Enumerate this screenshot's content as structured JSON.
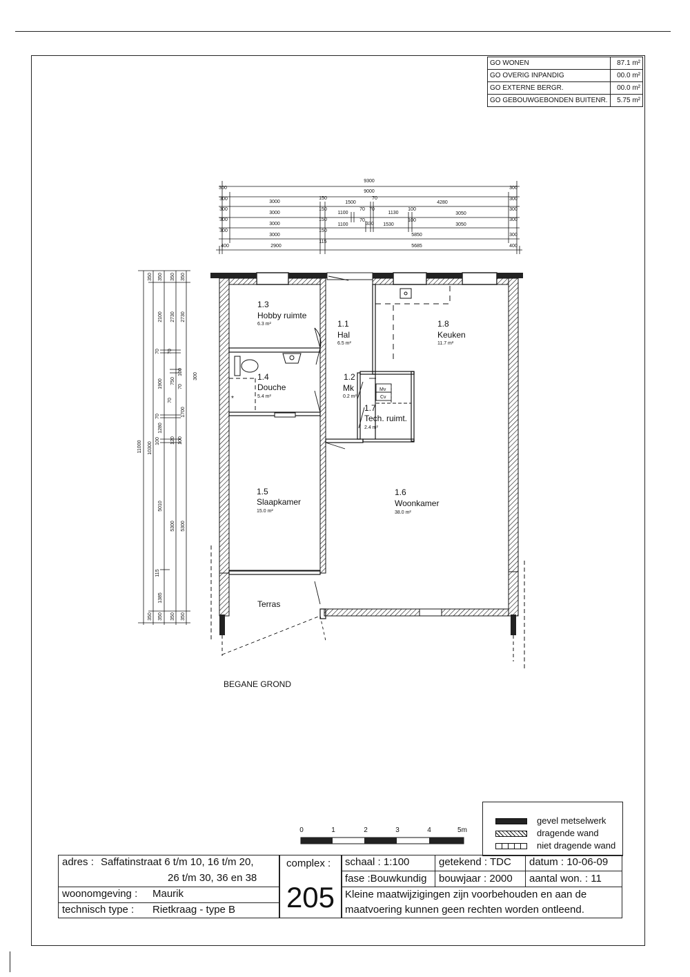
{
  "area_table": [
    {
      "label": "GO WONEN",
      "value": "87.1 m²"
    },
    {
      "label": "GO OVERIG INPANDIG",
      "value": "00.0 m²"
    },
    {
      "label": "GO EXTERNE BERGR.",
      "value": "00.0 m²"
    },
    {
      "label": "GO GEBOUWGEBONDEN BUITENR.",
      "value": "5.75 m²"
    }
  ],
  "dims_top": {
    "row0": [
      "9300"
    ],
    "row1": [
      "300",
      "9000",
      "300"
    ],
    "row2": [
      "300",
      "3000",
      "150",
      "1500",
      "70",
      "4280",
      "300"
    ],
    "row3": [
      "300",
      "3000",
      "150",
      "1100",
      "70",
      "70",
      "1130",
      "100",
      "3050",
      "300"
    ],
    "row4": [
      "300",
      "3000",
      "150",
      "1100",
      "70",
      "330",
      "1530",
      "100",
      "3050",
      "300"
    ],
    "row5": [
      "300",
      "3000",
      "150",
      "5850",
      "300"
    ],
    "row6": [
      "400",
      "2900",
      "115",
      "5685",
      "400"
    ]
  },
  "dims_left": {
    "col0": [
      "11000"
    ],
    "col1": [
      "350",
      "10300",
      "350"
    ],
    "col2": [
      "350",
      "2100",
      "70",
      "1900",
      "70",
      "1280",
      "100",
      "5010",
      "115",
      "1385",
      "350"
    ],
    "col3": [
      "350",
      "2730",
      "70",
      "750",
      "70",
      "120",
      "5300",
      "350"
    ],
    "col4": [
      "350",
      "2730",
      "100",
      "70",
      "1700",
      "100",
      "5300",
      "350"
    ],
    "col5": [
      "300"
    ]
  },
  "rooms": [
    {
      "num": "1.3",
      "name": "Hobby ruimte",
      "area": "6.3 m²"
    },
    {
      "num": "1.1",
      "name": "Hal",
      "area": "6.5 m²"
    },
    {
      "num": "1.8",
      "name": "Keuken",
      "area": "11.7 m²"
    },
    {
      "num": "1.4",
      "name": "Douche",
      "area": "5.4 m²"
    },
    {
      "num": "1.2",
      "name": "Mk",
      "area": "0.2 m²"
    },
    {
      "num": "1.7",
      "name": "Tech. ruimt.",
      "area": "2.4 m²"
    },
    {
      "num": "1.5",
      "name": "Slaapkamer",
      "area": "15.0 m²"
    },
    {
      "num": "1.6",
      "name": "Woonkamer",
      "area": "38.0 m²"
    }
  ],
  "tech_labels": {
    "mv": "Mv",
    "cv": "Cv"
  },
  "terras": "Terras",
  "floor_label": "BEGANE GROND",
  "scale_bar": {
    "ticks": [
      "0",
      "1",
      "2",
      "3",
      "4",
      "5m"
    ]
  },
  "legend": [
    {
      "label": "gevel metselwerk",
      "icon": "solid-wall-swatch"
    },
    {
      "label": "dragende wand",
      "icon": "hatched-wall-swatch"
    },
    {
      "label": "niet dragende wand",
      "icon": "segmented-wall-swatch"
    }
  ],
  "title_block": {
    "adres_label": "adres :",
    "adres_line1": "Saffatinstraat 6 t/m 10, 16 t/m 20,",
    "adres_line2": "26 t/m 30, 36 en 38",
    "woonomgeving_label": "woonomgeving :",
    "woonomgeving": "Maurik",
    "technisch_label": "technisch type :",
    "technisch": "Rietkraag - type B",
    "complex_label": "complex :",
    "complex": "205",
    "schaal": "schaal :  1:100",
    "getekend": "getekend : TDC",
    "datum": "datum : 10-06-09",
    "fase": "fase :Bouwkundig",
    "bouwjaar": "bouwjaar : 2000",
    "aantal": "aantal won. : 11",
    "disclaimer_line1": "Kleine maatwijzigingen zijn voorbehouden en aan de",
    "disclaimer_line2": "maatvoering kunnen geen rechten worden ontleend."
  },
  "colors": {
    "ink": "#111111",
    "wall": "#222222"
  }
}
